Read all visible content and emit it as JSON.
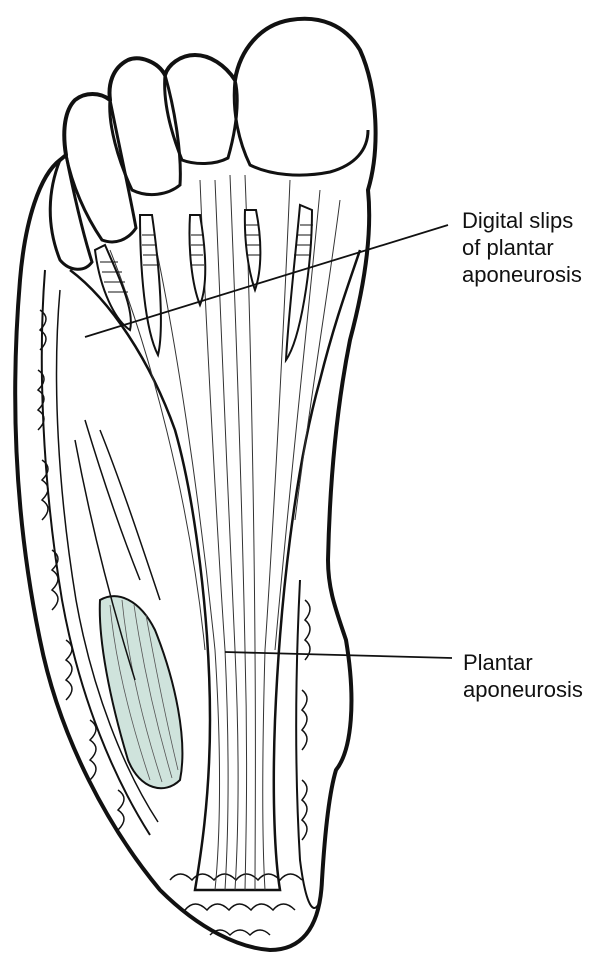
{
  "labels": {
    "digital_slips": {
      "line1": "Digital slips",
      "line2": "of plantar",
      "line3": "aponeurosis"
    },
    "plantar_aponeurosis": {
      "line1": "Plantar",
      "line2": "aponeurosis"
    }
  },
  "colors": {
    "outline": "#111111",
    "fiber": "#333333",
    "muscle_fill": "#cfe3dc",
    "background": "#ffffff"
  }
}
